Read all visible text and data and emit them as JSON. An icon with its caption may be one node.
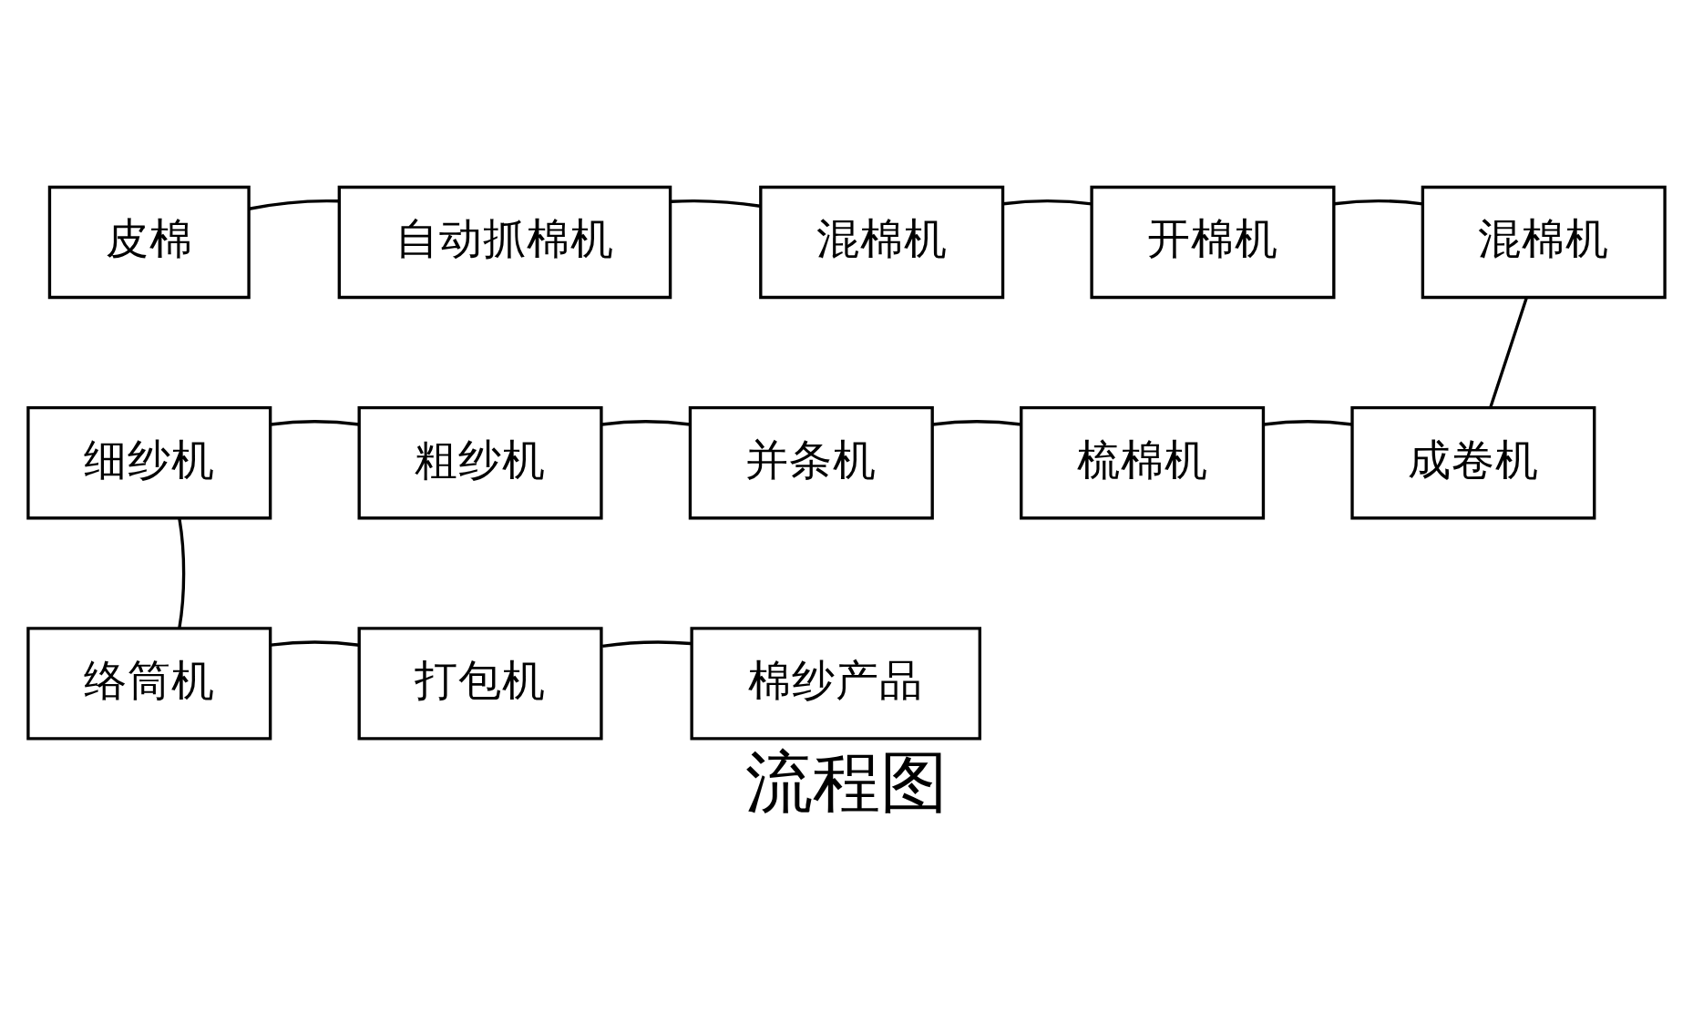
{
  "diagram": {
    "title": "流程图",
    "nodes": [
      {
        "text": [
          "皮棉"
        ]
      },
      {
        "text": [
          "自动抓棉机"
        ]
      },
      {
        "text": [
          "混棉机"
        ]
      },
      {
        "text": [
          "开棉机"
        ]
      },
      {
        "text": [
          "混棉机"
        ]
      },
      {
        "text": [
          "成卷机"
        ]
      },
      {
        "text": [
          "梳棉机"
        ]
      },
      {
        "text": [
          "并条机"
        ]
      },
      {
        "text": [
          "粗纱机"
        ]
      },
      {
        "text": [
          "细纱机"
        ]
      },
      {
        "text": [
          "络筒机"
        ]
      },
      {
        "text": [
          "打包机"
        ]
      },
      {
        "text": [
          "棉纱产品"
        ]
      }
    ],
    "edges": [
      {
        "from": 0,
        "to": 1,
        "arrow": "none"
      },
      {
        "from": 1,
        "to": 2,
        "arrow": "none"
      },
      {
        "from": 2,
        "to": 3,
        "arrow": "none"
      },
      {
        "from": 3,
        "to": 4,
        "arrow": "none"
      },
      {
        "from": 4,
        "to": 5,
        "arrow": "none"
      },
      {
        "from": 5,
        "to": 6,
        "arrow": "none"
      },
      {
        "from": 6,
        "to": 7,
        "arrow": "none"
      },
      {
        "from": 7,
        "to": 8,
        "arrow": "none"
      },
      {
        "from": 8,
        "to": 9,
        "arrow": "none"
      },
      {
        "from": 9,
        "to": 10,
        "arrow": "none"
      },
      {
        "from": 10,
        "to": 11,
        "arrow": "none"
      },
      {
        "from": 11,
        "to": 12,
        "arrow": "none"
      }
    ]
  }
}
